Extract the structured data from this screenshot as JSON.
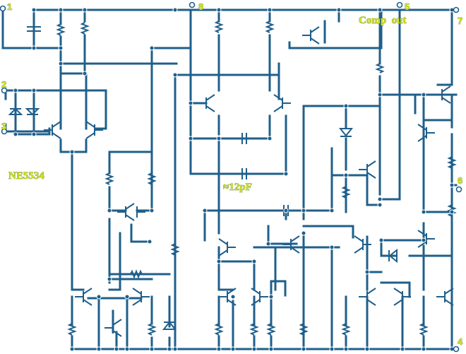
{
  "part_number": "NE5534",
  "capacitor_label": "≈12pF",
  "comp_label": "Comp  out",
  "pins": [
    {
      "id": "pin1",
      "label": "1"
    },
    {
      "id": "pin2",
      "label": "2"
    },
    {
      "id": "pin3",
      "label": "3"
    },
    {
      "id": "pin4",
      "label": "4"
    },
    {
      "id": "pin5",
      "label": "5"
    },
    {
      "id": "pin6",
      "label": "6"
    },
    {
      "id": "pin7",
      "label": "7"
    },
    {
      "id": "pin8",
      "label": "8"
    }
  ],
  "colors": {
    "wire": "#1f5f8b",
    "label_fill": "#d9e21a",
    "background": "#ffffff"
  }
}
